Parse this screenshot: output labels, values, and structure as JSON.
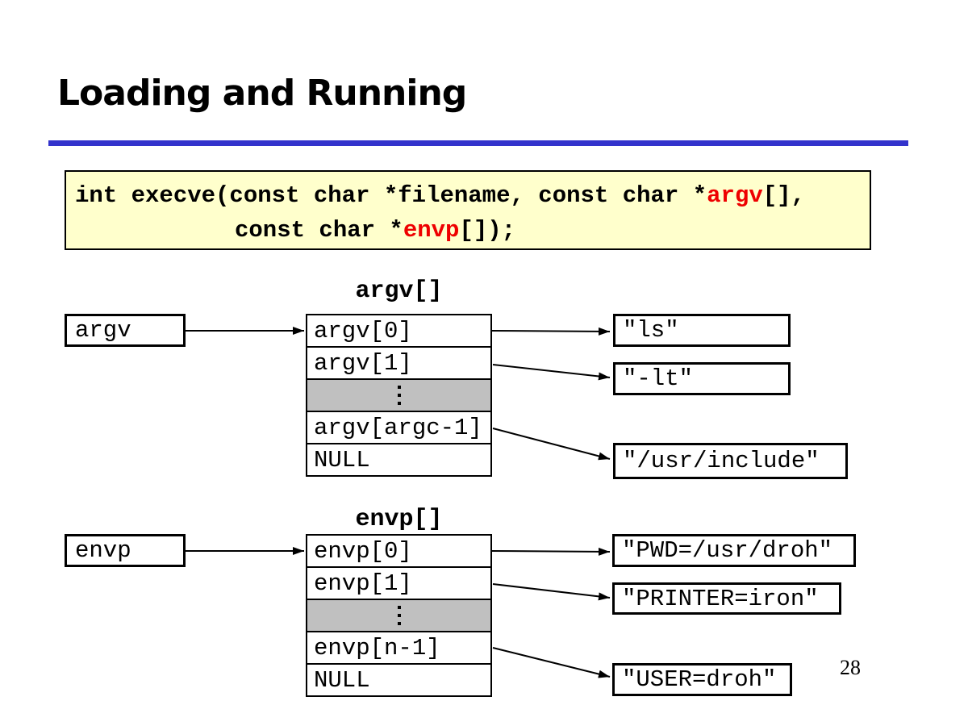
{
  "slide": {
    "title": "Loading and Running",
    "page_number": "28"
  },
  "colors": {
    "accent_rule_blue": "#3333CC",
    "code_box_background": "#FFFFCC",
    "code_highlight_red": "#EE0000",
    "ellipsis_row_gray": "#C0C0C0"
  },
  "code_box": {
    "line1_prefix": "int execve(const char *filename, const char *",
    "line1_highlight": "argv",
    "line1_suffix": "[],",
    "line2_prefix": "const char *",
    "line2_highlight": "envp",
    "line2_suffix": "[]);"
  },
  "argv": {
    "header": "argv[]",
    "pointer_label": "argv",
    "cells": [
      "argv[0]",
      "argv[1]",
      "argv[argc-1]",
      "NULL"
    ],
    "strings": [
      "\"ls\"",
      "\"-lt\"",
      "\"/usr/include\""
    ]
  },
  "envp": {
    "header": "envp[]",
    "pointer_label": "envp",
    "cells": [
      "envp[0]",
      "envp[1]",
      "envp[n-1]",
      "NULL"
    ],
    "strings": [
      "\"PWD=/usr/droh\"",
      "\"PRINTER=iron\"",
      "\"USER=droh\""
    ]
  },
  "icons": {
    "vertical_ellipsis": "⋮",
    "arrowhead": "▶"
  }
}
